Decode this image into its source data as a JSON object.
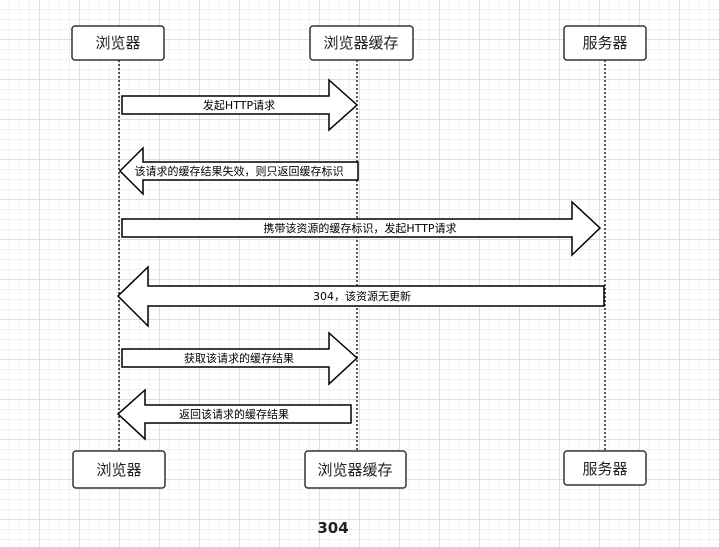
{
  "participants": {
    "browser": "浏览器",
    "cache": "浏览器缓存",
    "server": "服务器"
  },
  "messages": [
    "发起HTTP请求",
    "该请求的缓存结果失效，则只返回缓存标识",
    "携带该资源的缓存标识，发起HTTP请求",
    "304，该资源无更新",
    "获取该请求的缓存结果",
    "返回该请求的缓存结果"
  ],
  "caption": "304"
}
